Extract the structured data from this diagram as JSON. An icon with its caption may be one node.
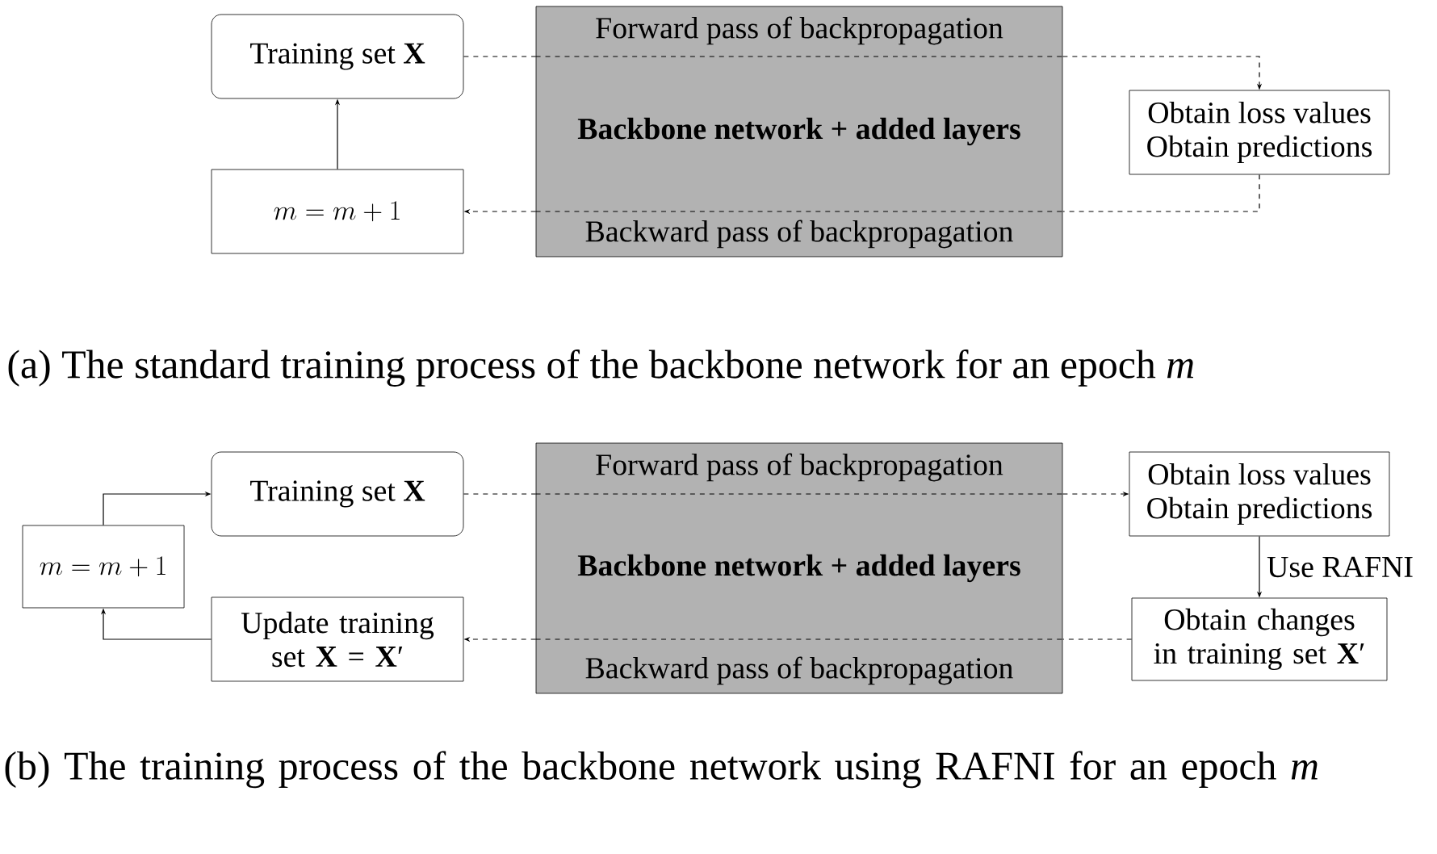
{
  "diagram": {
    "nodes": [
      {
        "text": [
          "Training set **X**"
        ]
      },
      {
        "text": [
          "Forward pass of backpropagation",
          "**Backbone network + added layers**",
          "Backward pass of backpropagation"
        ]
      },
      {
        "text": [
          "Obtain loss values",
          "Obtain predictions"
        ]
      },
      {
        "text": [
          "m = m + 1"
        ]
      },
      {
        "text": [
          "Training set **X**"
        ]
      },
      {
        "text": [
          "Forward pass of backpropagation",
          "**Backbone network + added layers**",
          "Backward pass of backpropagation"
        ]
      },
      {
        "text": [
          "Obtain loss values",
          "Obtain predictions"
        ]
      },
      {
        "text": [
          "m = m + 1"
        ]
      },
      {
        "text": [
          "Obtain changes in training set **X**′"
        ]
      },
      {
        "text": [
          "Update training set **X** = **X**′"
        ]
      }
    ],
    "edges": [
      {
        "from": 0,
        "to": 1,
        "arrow": "none",
        "style": "dashed"
      },
      {
        "from": 1,
        "to": 2,
        "arrow": "to",
        "style": "dashed"
      },
      {
        "from": 2,
        "to": 1,
        "arrow": "none",
        "style": "dashed"
      },
      {
        "from": 1,
        "to": 3,
        "arrow": "to",
        "style": "dashed"
      },
      {
        "from": 3,
        "to": 0,
        "arrow": "to"
      },
      {
        "from": 4,
        "to": 5,
        "arrow": "none",
        "style": "dashed"
      },
      {
        "from": 5,
        "to": 6,
        "arrow": "to",
        "style": "dashed"
      },
      {
        "from": 6,
        "to": 8,
        "arrow": "to",
        "label": "Use RAFNI"
      },
      {
        "from": 8,
        "to": 5,
        "arrow": "none",
        "style": "dashed"
      },
      {
        "from": 5,
        "to": 9,
        "arrow": "to",
        "style": "dashed"
      },
      {
        "from": 9,
        "to": 7,
        "arrow": "to"
      },
      {
        "from": 7,
        "to": 4,
        "arrow": "to"
      }
    ],
    "labels": [
      "(a) The standard training process of the backbone network for an epoch *m*",
      "(b) The training process of the backbone network using RAFNI for an epoch *m*"
    ]
  }
}
